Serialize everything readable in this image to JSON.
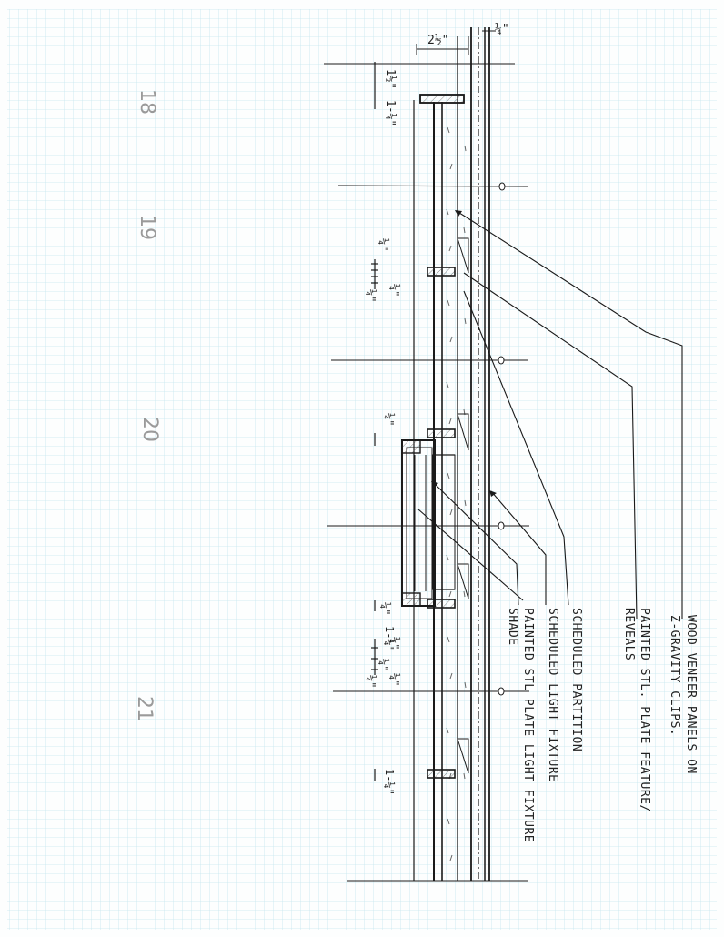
{
  "sheet": {
    "grid_color": "#bfe3ee",
    "ink_color": "#1a1a1a",
    "pencil_color": "#9a9a9a"
  },
  "pencil_numbers": [
    "18",
    "19",
    "20",
    "21"
  ],
  "dimensions": {
    "top_overall": "2½\"",
    "top_finish": "¼\"",
    "d1": "1½\"",
    "d2": "1-¼\"",
    "d3": "¼\"",
    "d4": "¼\"",
    "d5": "¼\"",
    "d6": "¼\"",
    "d7": "¼\"",
    "d8": "¼\"",
    "d9": "¼\"",
    "d10": "1-¼\"",
    "d11": "¼\"",
    "d12": "¼\"",
    "d13": "1-¼\""
  },
  "notes": {
    "n1_line1": "WOOD VENEER PANELS ON",
    "n1_line2": "Z-GRAVITY CLIPS.",
    "n2_line1": "PAINTED STL. PLATE FEATURE/",
    "n2_line2": "REVEALS",
    "n3": "SCHEDULED PARTITION",
    "n4": "SCHEDULED LIGHT FIXTURE",
    "n5_line1": "PAINTED STL PLATE LIGHT FIXTURE",
    "n5_line2": "SHADE"
  }
}
